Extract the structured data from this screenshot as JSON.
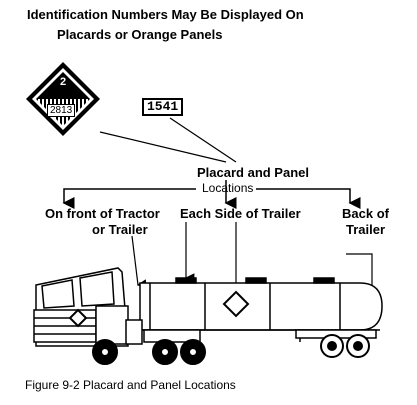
{
  "heading": {
    "line1": "Identification Numbers May Be Displayed On",
    "line2": "Placards   or  Orange Panels"
  },
  "placard": {
    "class_digit": "2",
    "un_number": "2813"
  },
  "panel": {
    "un_number": "1541"
  },
  "locations": {
    "title": "Placard and Panel",
    "subtitle": "Locations",
    "front_line1": "On front of Tractor",
    "front_line2": "or Trailer",
    "sides": "Each Side of Trailer",
    "back_line1": "Back of",
    "back_line2": "Trailer"
  },
  "caption": "Figure 9-2 Placard and Panel Locations"
}
